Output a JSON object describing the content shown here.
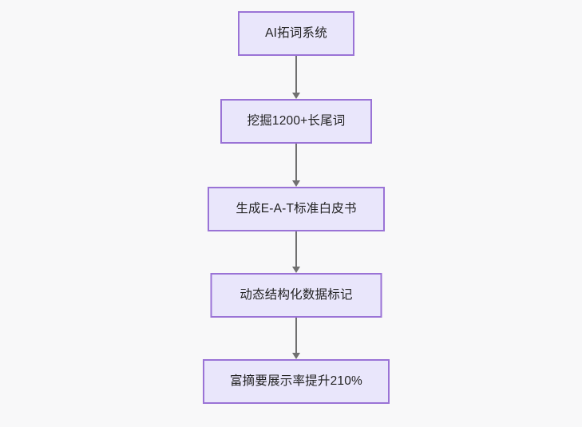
{
  "diagram": {
    "type": "flowchart",
    "orientation": "top-to-bottom",
    "background_color": "#f8f8f9",
    "node_fill_color": "#e9e6fb",
    "node_border_color": "#9a73d6",
    "node_text_color": "#232323",
    "connector_color": "#707070",
    "nodes": [
      {
        "id": "n1",
        "label": "AI拓词系统"
      },
      {
        "id": "n2",
        "label": "挖掘1200+长尾词"
      },
      {
        "id": "n3",
        "label": "生成E-A-T标准白皮书"
      },
      {
        "id": "n4",
        "label": "动态结构化数据标记"
      },
      {
        "id": "n5",
        "label": "富摘要展示率提升210%"
      }
    ],
    "edges": [
      {
        "id": "c1",
        "from": "n1",
        "to": "n2",
        "label": ""
      },
      {
        "id": "c2",
        "from": "n2",
        "to": "n3",
        "label": ""
      },
      {
        "id": "c3",
        "from": "n3",
        "to": "n4",
        "label": ""
      },
      {
        "id": "c4",
        "from": "n4",
        "to": "n5",
        "label": ""
      }
    ]
  }
}
